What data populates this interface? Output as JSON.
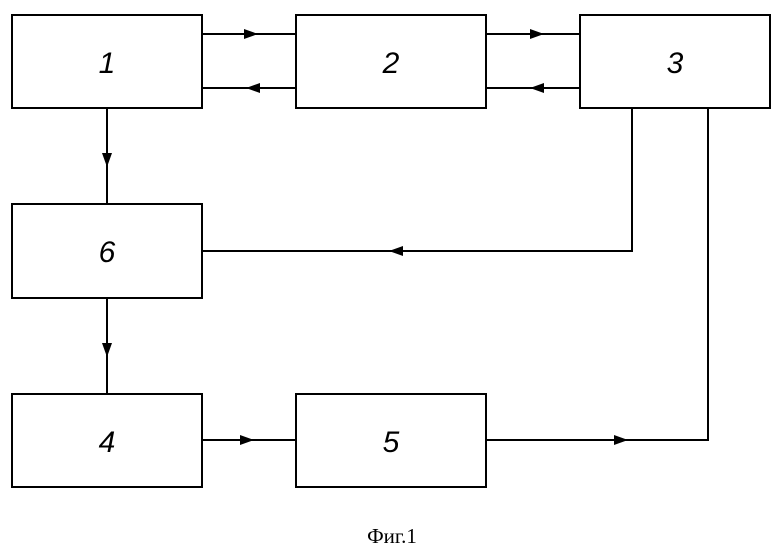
{
  "diagram": {
    "blocks": [
      {
        "id": "1",
        "label": "1"
      },
      {
        "id": "2",
        "label": "2"
      },
      {
        "id": "3",
        "label": "3"
      },
      {
        "id": "4",
        "label": "4"
      },
      {
        "id": "5",
        "label": "5"
      },
      {
        "id": "6",
        "label": "6"
      }
    ],
    "connections": [
      {
        "from": "1",
        "to": "2"
      },
      {
        "from": "2",
        "to": "1"
      },
      {
        "from": "2",
        "to": "3"
      },
      {
        "from": "3",
        "to": "2"
      },
      {
        "from": "1",
        "to": "6"
      },
      {
        "from": "3",
        "to": "6"
      },
      {
        "from": "6",
        "to": "4"
      },
      {
        "from": "4",
        "to": "5"
      },
      {
        "from": "5",
        "to": "3"
      }
    ],
    "caption": "Фиг.1",
    "line_color": "#000000",
    "background_color": "#ffffff"
  }
}
